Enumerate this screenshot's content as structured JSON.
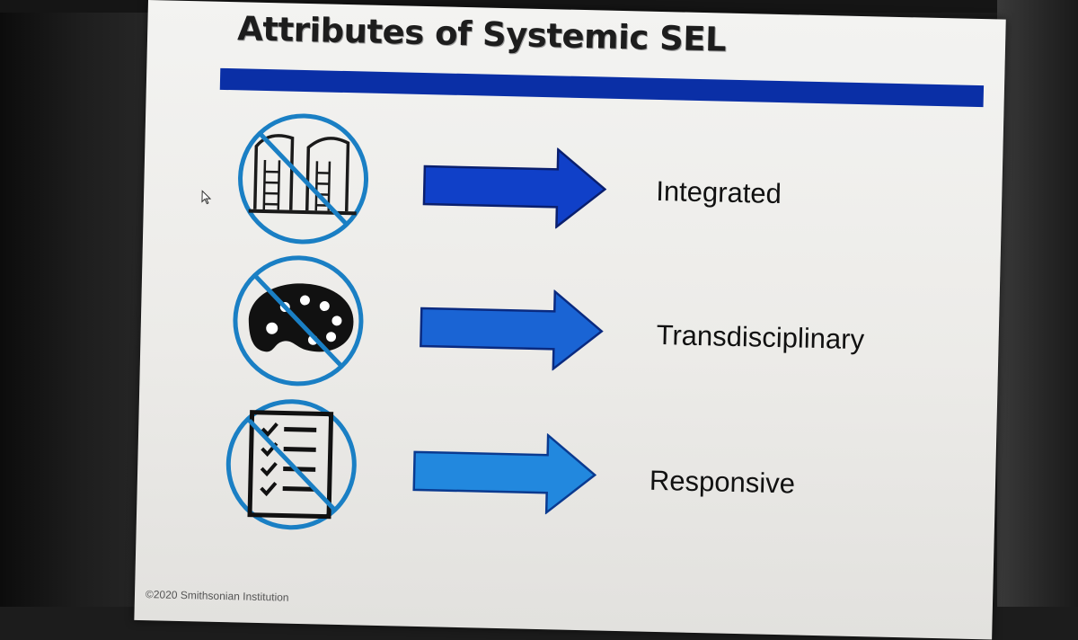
{
  "slide": {
    "title": "Attributes of Systemic SEL",
    "footer": "©2020 Smithsonian Institution",
    "colors": {
      "title_bar": "#0a2fa6",
      "ring": "#1a7fc4",
      "arrow_fills": [
        "#1040c8",
        "#1a64d4",
        "#2288de"
      ]
    },
    "rows": [
      {
        "icon": "no-silos-icon",
        "label": "Integrated"
      },
      {
        "icon": "no-palette-icon",
        "label": "Transdisciplinary"
      },
      {
        "icon": "no-checklist-icon",
        "label": "Responsive"
      }
    ]
  }
}
